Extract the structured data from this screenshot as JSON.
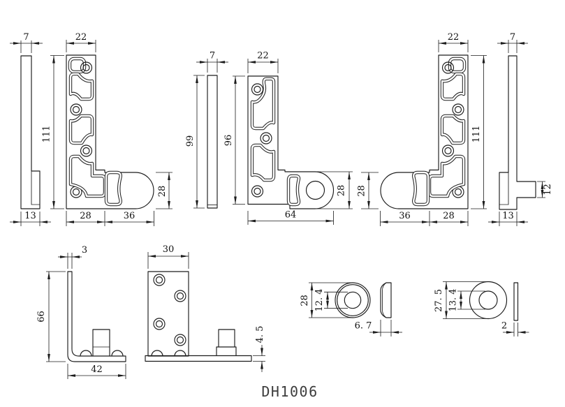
{
  "title": {
    "part_number": "DH1006"
  },
  "colors": {
    "line": "#1c1c1c",
    "background": "#ffffff"
  },
  "dims": {
    "g1_side_width": "7",
    "g1_side_bottom_width": "13",
    "g1_front_width": "22",
    "g1_front_height": "111",
    "g1_front_bottom_left": "28",
    "g1_front_bottom_right": "36",
    "g1_ext_height": "28",
    "g2_side_width": "7",
    "g2_side_height": "99",
    "g2_front_width": "22",
    "g2_front_height": "96",
    "g2_front_bottom": "64",
    "g2_ext_height": "28",
    "g3_front_width": "22",
    "g3_front_height": "111",
    "g3_front_bottom_left": "36",
    "g3_front_bottom_right": "28",
    "g3_ext_height": "28",
    "g3_side_width": "7",
    "g3_side_stub_height": "12",
    "g3_side_bottom_width": "13",
    "bracket_thickness": "3",
    "bracket_height": "66",
    "bracket_width": "42",
    "plate_width": "30",
    "plate_base_thickness": "4. 5",
    "washer1_outer": "28",
    "washer1_inner": "12. 4",
    "washer1_thickness": "6. 7",
    "washer2_outer": "27. 5",
    "washer2_inner": "13. 4",
    "washer2_thickness": "2"
  }
}
